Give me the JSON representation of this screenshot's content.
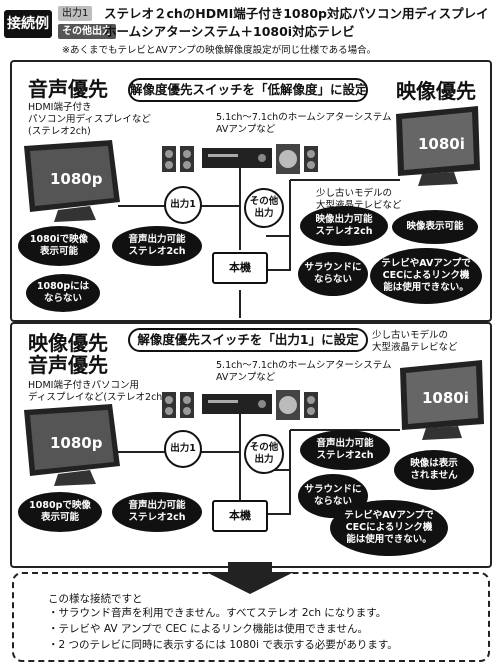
{
  "header": {
    "main_tag": "接続例",
    "out1_tag": "出力1",
    "out1_text": "ステレオ２chのHDMI端子付き1080p対応パソコン用ディスプレイ",
    "other_tag": "その他出力",
    "other_text": "ホームシアターシステム＋1080i対応テレビ",
    "note": "※あくまでもテレビとAVアンプの映像解像度設定が同じ仕様である場合。"
  },
  "panel1": {
    "title": "解像度優先スイッチを「低解像度」に設定",
    "left_heading": "音声優先",
    "left_desc": [
      "HDMI端子付き",
      "パソコン用ディスプレイなど",
      "(ステレオ2ch)"
    ],
    "right_heading": "映像優先",
    "theater_desc": [
      "5.1ch〜7.1chのホームシアターシステム",
      "AVアンプなど"
    ],
    "tv_desc": [
      "少し古いモデルの",
      "大型液晶テレビなど"
    ],
    "monitor_label": "1080p",
    "tv_label": "1080i",
    "out1": "出力1",
    "other_out": [
      "その他",
      "出力"
    ],
    "unit": "本機",
    "b_1080i_ok": [
      "1080iで映像",
      "表示可能"
    ],
    "b_stereo": [
      "音声出力可能",
      "ステレオ2ch"
    ],
    "b_not_1080p": [
      "1080pには",
      "ならない"
    ],
    "b_av_stereo": [
      "映像出力可能",
      "ステレオ2ch"
    ],
    "b_video_ok": [
      "映像表示可能"
    ],
    "b_no_surround": [
      "サラウンドに",
      "ならない"
    ],
    "b_cec": [
      "テレビやAVアンプで",
      "CECによるリンク機",
      "能は使用できない。"
    ]
  },
  "panel2": {
    "title": "解像度優先スイッチを「出力1」に設定",
    "left_heading": [
      "映像優先",
      "音声優先"
    ],
    "left_desc": [
      "HDMI端子付きパソコン用",
      "ディスプレイなど(ステレオ2ch)"
    ],
    "theater_desc": [
      "5.1ch〜7.1chのホームシアターシステム",
      "AVアンプなど"
    ],
    "tv_desc": [
      "少し古いモデルの",
      "大型液晶テレビなど"
    ],
    "monitor_label": "1080p",
    "tv_label": "1080i",
    "out1": "出力1",
    "other_out": [
      "その他",
      "出力"
    ],
    "unit": "本機",
    "b_1080p_ok": [
      "1080pで映像",
      "表示可能"
    ],
    "b_stereo": [
      "音声出力可能",
      "ステレオ2ch"
    ],
    "b_av_stereo": [
      "音声出力可能",
      "ステレオ2ch"
    ],
    "b_no_video": [
      "映像は表示",
      "されません"
    ],
    "b_no_surround": [
      "サラウンドに",
      "ならない"
    ],
    "b_cec": [
      "テレビやAVアンプで",
      "CECによるリンク機",
      "能は使用できない。"
    ]
  },
  "summary": {
    "intro": "この様な接続ですと",
    "bullets": [
      "・サラウンド音声を利用できません。すべてステレオ 2ch になります。",
      "・テレビや AV アンプで CEC によるリンク機能は使用できません。",
      "・2 つのテレビに同時に表示するには 1080i で表示する必要があります。"
    ]
  }
}
